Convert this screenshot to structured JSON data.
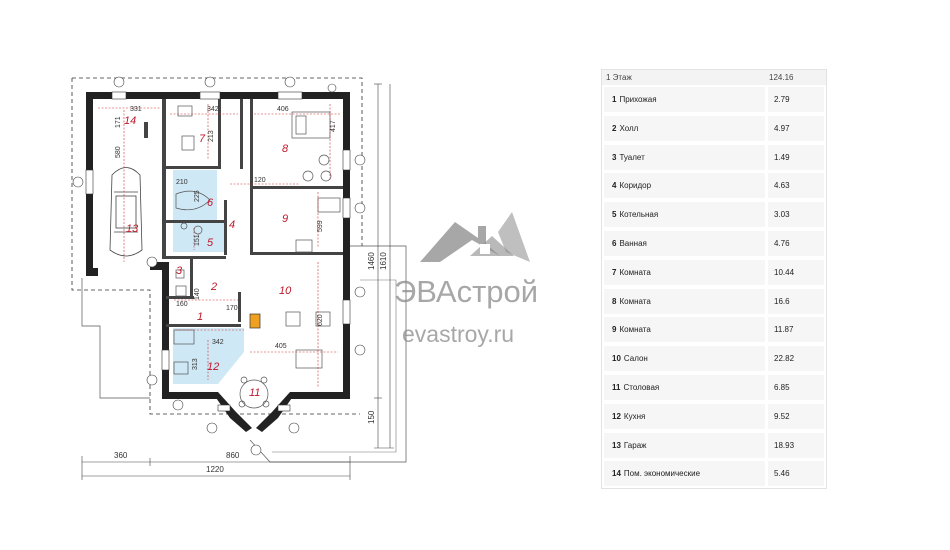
{
  "watermark": {
    "brand": "ЭВАстрой",
    "url": "evastroy.ru"
  },
  "plan": {
    "room_numbers": [
      "1",
      "2",
      "3",
      "4",
      "5",
      "6",
      "7",
      "8",
      "9",
      "10",
      "11",
      "12",
      "13",
      "14"
    ],
    "dimensions": [
      "342",
      "406",
      "331",
      "417",
      "171",
      "210",
      "225",
      "120",
      "213",
      "599",
      "580",
      "151",
      "140",
      "160",
      "170",
      "342",
      "405",
      "313",
      "620",
      "1460",
      "1610",
      "150",
      "360",
      "860",
      "1220"
    ]
  },
  "table": {
    "header": {
      "label": "1 Этаж",
      "total": "124.16"
    },
    "rooms": [
      {
        "num": "1",
        "name": "Прихожая",
        "area": "2.79"
      },
      {
        "num": "2",
        "name": "Холл",
        "area": "4.97"
      },
      {
        "num": "3",
        "name": "Туалет",
        "area": "1.49"
      },
      {
        "num": "4",
        "name": "Коридор",
        "area": "4.63"
      },
      {
        "num": "5",
        "name": "Котельная",
        "area": "3.03"
      },
      {
        "num": "6",
        "name": "Ванная",
        "area": "4.76"
      },
      {
        "num": "7",
        "name": "Комната",
        "area": "10.44"
      },
      {
        "num": "8",
        "name": "Комната",
        "area": "16.6"
      },
      {
        "num": "9",
        "name": "Комната",
        "area": "11.87"
      },
      {
        "num": "10",
        "name": "Салон",
        "area": "22.82"
      },
      {
        "num": "11",
        "name": "Столовая",
        "area": "6.85"
      },
      {
        "num": "12",
        "name": "Кухня",
        "area": "9.52"
      },
      {
        "num": "13",
        "name": "Гараж",
        "area": "18.93"
      },
      {
        "num": "14",
        "name": "Пом. экономические",
        "area": "5.46"
      }
    ]
  }
}
